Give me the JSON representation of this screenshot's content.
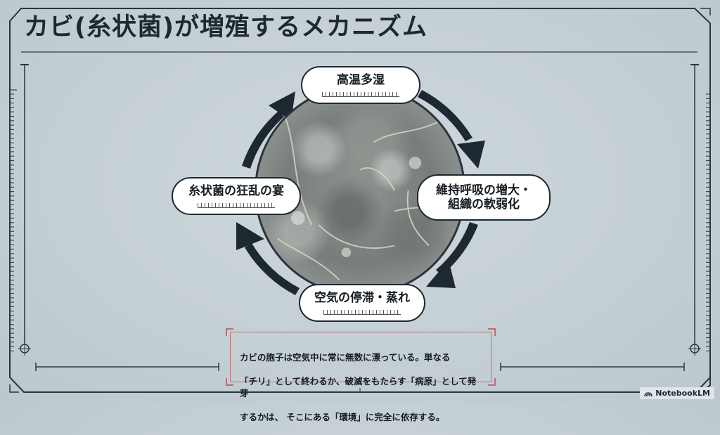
{
  "title": "カビ(糸状菌)が増殖するメカニズム",
  "cycle": {
    "nodes": [
      {
        "position": "top",
        "label": "高温多湿"
      },
      {
        "position": "right",
        "label_line1": "維持呼吸の増大・",
        "label_line2": "組織の軟弱化"
      },
      {
        "position": "bottom",
        "label": "空気の停滞・蒸れ"
      },
      {
        "position": "left",
        "label": "糸状菌の狂乱の宴"
      }
    ],
    "arrow_direction": "clockwise",
    "center_image": "mold-hyphae-closeup"
  },
  "caption": {
    "line1": "カビの胞子は空気中に常に無数に漂っている。単なる",
    "line2": "「チリ」として終わるか、破滅をもたらす「病原」として発芽",
    "line3": "するかは、 そこにある「環境」に完全に依存する。"
  },
  "brand": {
    "label": "NotebookLM",
    "icon": "notebooklm-logo-icon"
  },
  "colors": {
    "background": "#c5d0d5",
    "frame": "#2a3540",
    "caption_border": "#b86f75",
    "node_fill": "#ffffff"
  }
}
